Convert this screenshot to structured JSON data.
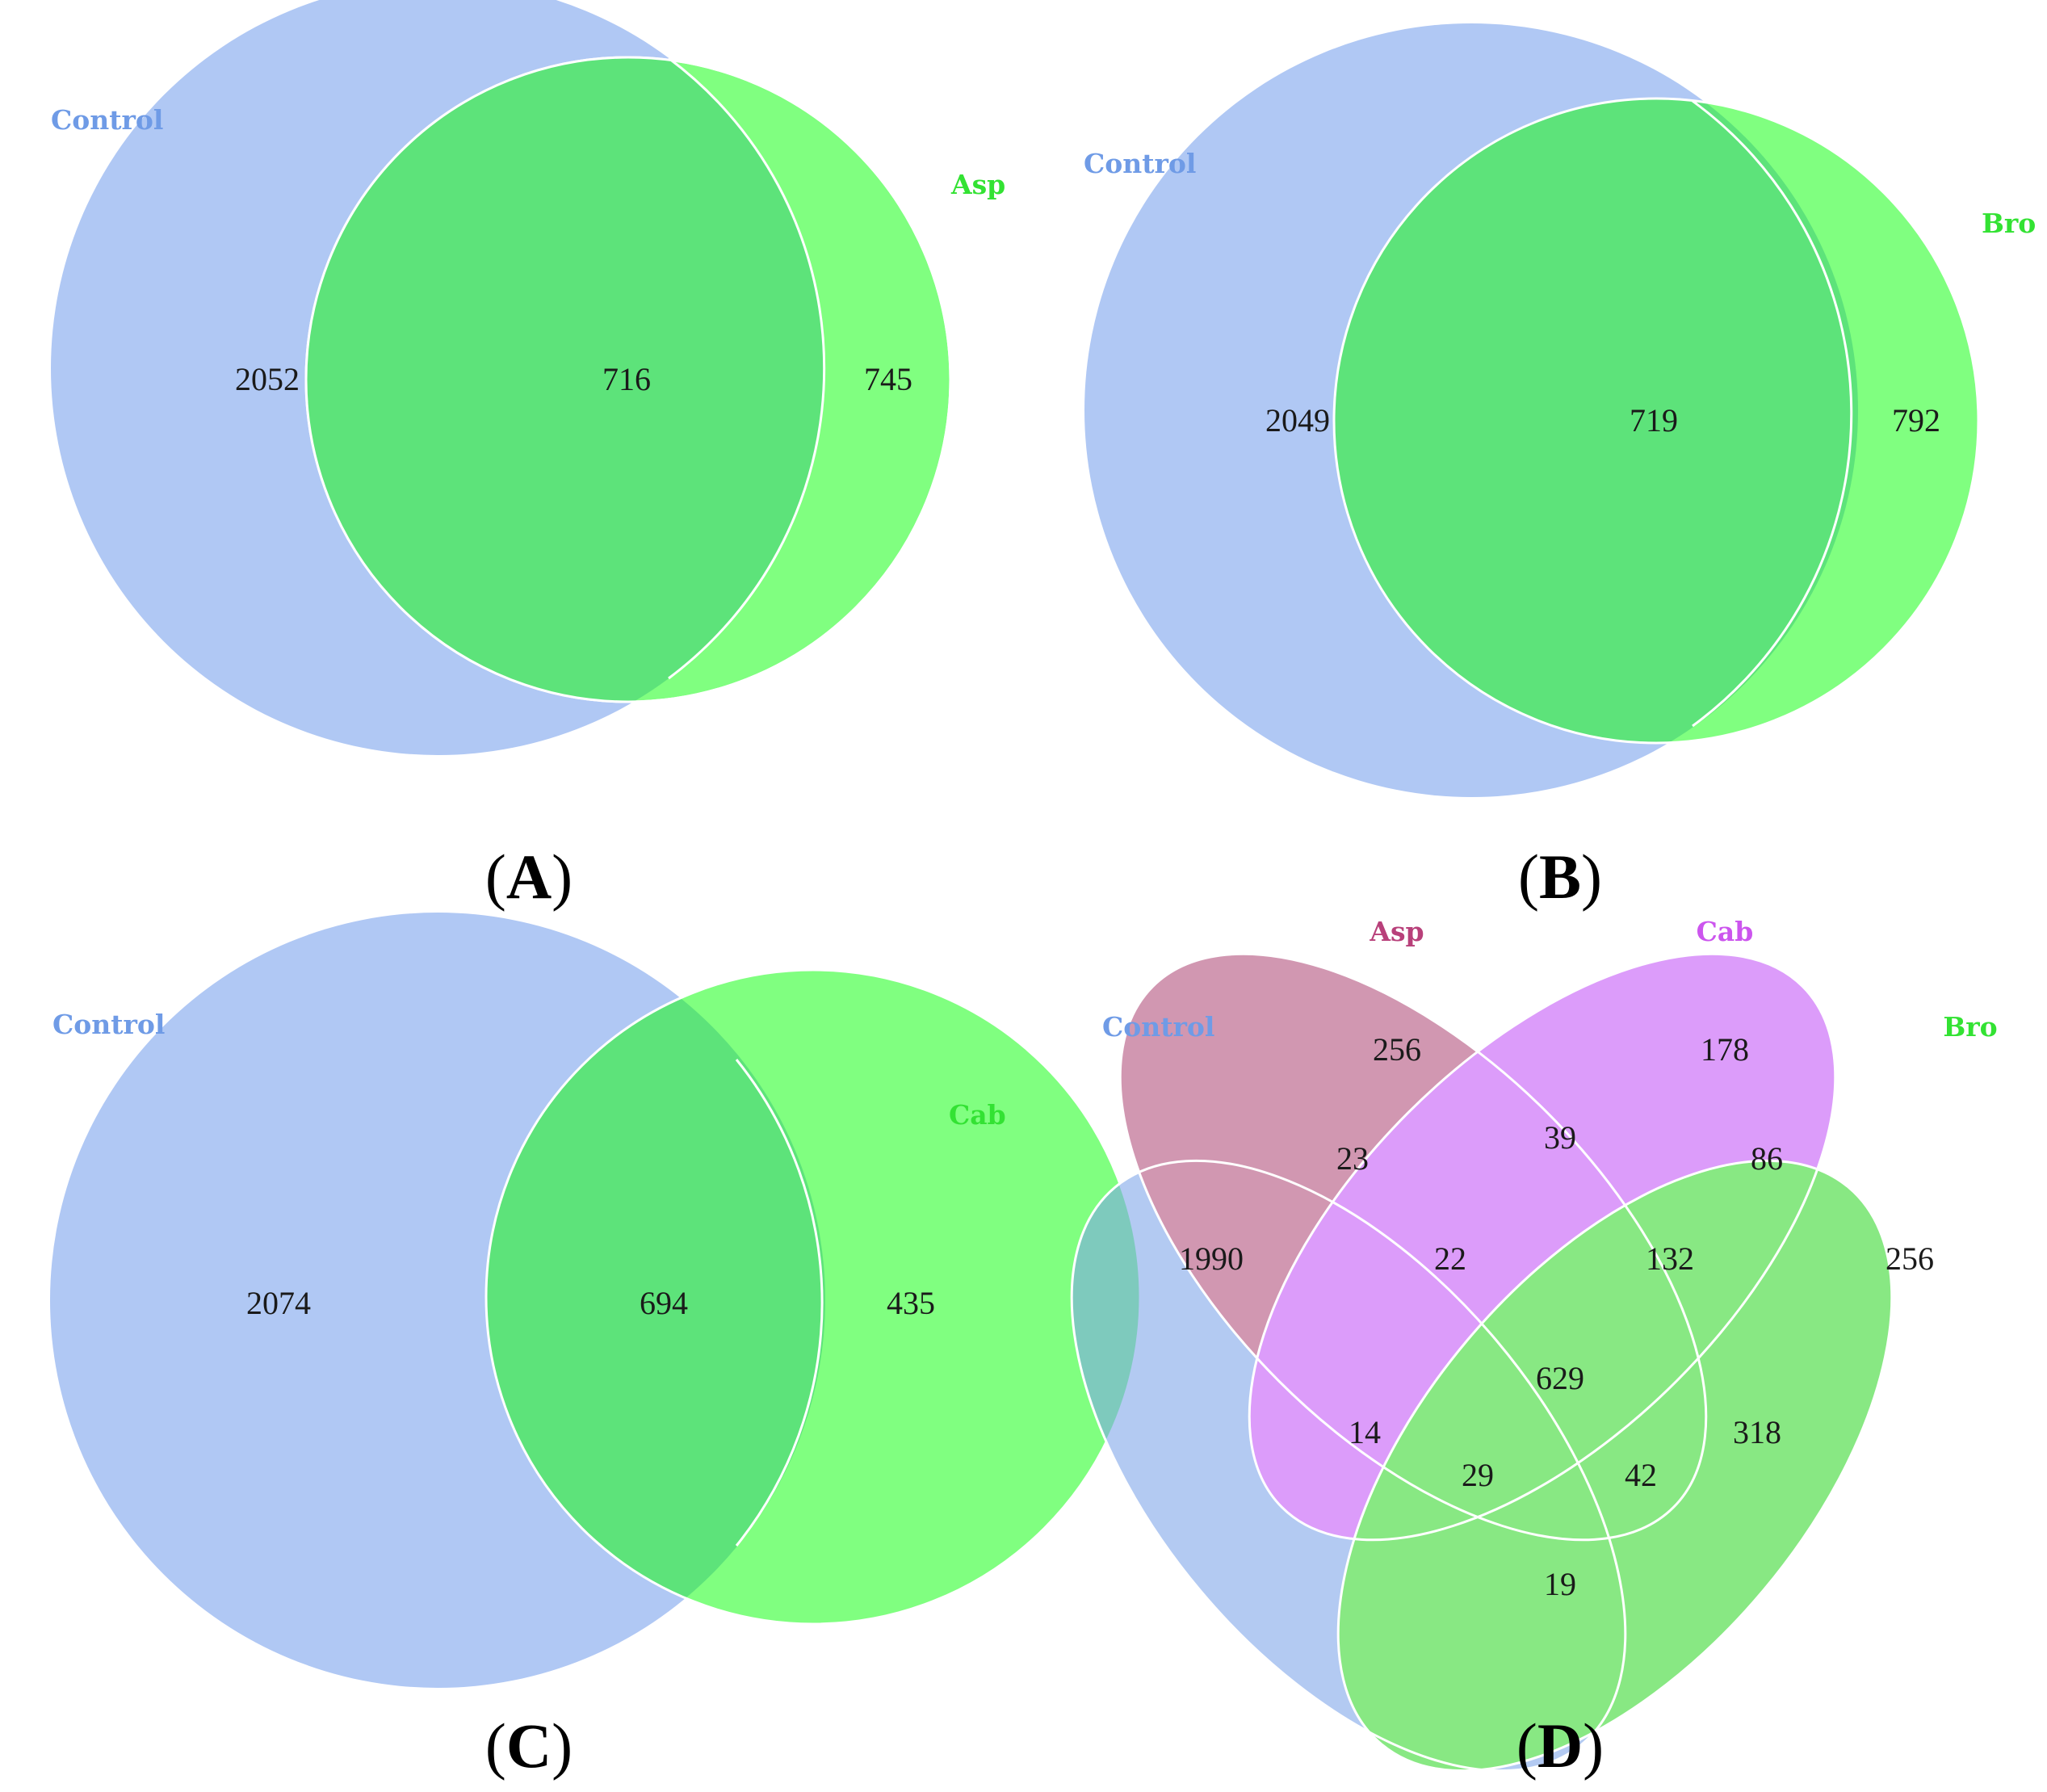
{
  "colors": {
    "control": "#b0c8f4",
    "treatment": "#80ff80",
    "overlap": "#5de37a",
    "control_label": "#6f9be6",
    "treatment_label": "#33e233",
    "asp_label": "#b8407a",
    "cab_label": "#cc55ee",
    "bro_label": "#33e233"
  },
  "panels": {
    "A": {
      "label": "A",
      "set1": "Control",
      "set2": "Asp",
      "only1": "2052",
      "both": "716",
      "only2": "745"
    },
    "B": {
      "label": "B",
      "set1": "Control",
      "set2": "Bro",
      "only1": "2049",
      "both": "719",
      "only2": "792"
    },
    "C": {
      "label": "C",
      "set1": "Control",
      "set2": "Cab",
      "only1": "2074",
      "both": "694",
      "only2": "435"
    },
    "D": {
      "label": "D",
      "sets": [
        "Control",
        "Asp",
        "Cab",
        "Bro"
      ],
      "regions": {
        "control_only": "1990",
        "asp_only": "256",
        "cab_only": "178",
        "bro_only": "256",
        "control_asp": "23",
        "asp_cab": "39",
        "cab_bro": "86",
        "control_asp_cab": "22",
        "asp_cab_bro": "132",
        "control_cab": "14",
        "asp_bro": "318",
        "all_four": "629",
        "control_cab_bro": "29",
        "control_asp_bro": "42",
        "control_bro": "19"
      }
    }
  }
}
